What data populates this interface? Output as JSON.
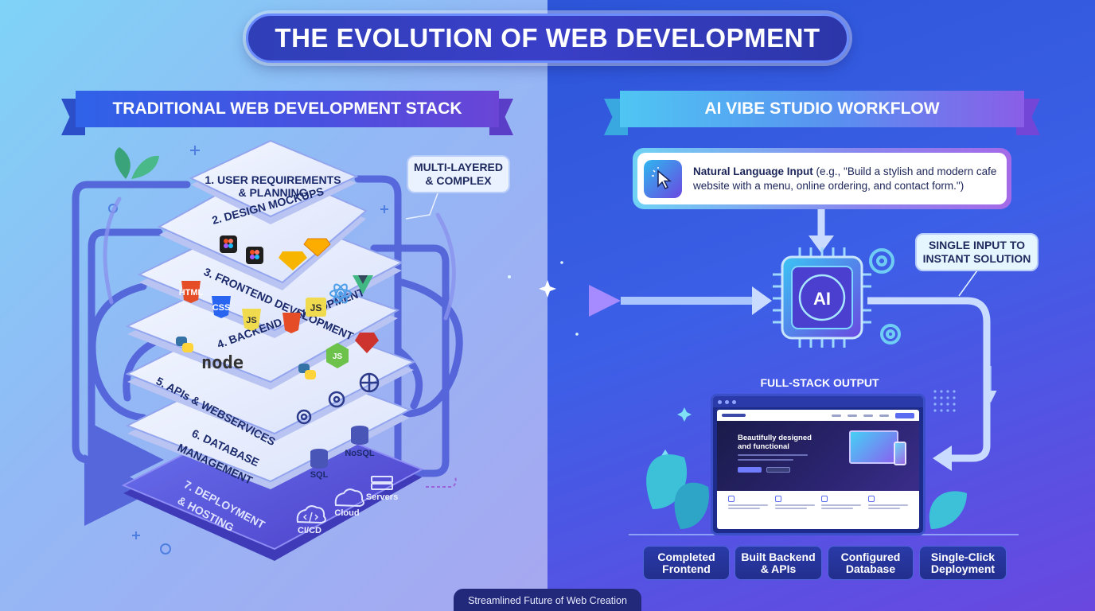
{
  "title": "THE EVOLUTION OF WEB DEVELOPMENT",
  "left_heading": "TRADITIONAL WEB DEVELOPMENT STACK",
  "right_heading": "AI VIBE STUDIO WORKFLOW",
  "callout_left": "MULTI-LAYERED\n& COMPLEX",
  "callout_right": "SINGLE INPUT TO\nINSTANT SOLUTION",
  "layers": {
    "l1": "1. USER REQUIREMENTS\n& PLANNING",
    "l2": "2. DESIGN MOCKUPS",
    "l3": "3. FRONTEND DEVELOPMENT",
    "l4": "4. BACKEND DEVELOPMENT",
    "l5": "5. APIs & WEBSERVICES",
    "l6a": "6. DATABASE",
    "l6b": "MANAGEMENT",
    "l7a": "7. DEPLOYMENT",
    "l7b": "& HOSTING"
  },
  "tech_labels": {
    "html": "HTML",
    "css": "CSS",
    "js": "JS",
    "node": "node",
    "nosql": "NoSQL",
    "sql": "SQL",
    "servers": "Servers",
    "cloud": "Cloud",
    "cicd": "CI/CD"
  },
  "ai_chip_label": "AI",
  "nl_input": {
    "label": "Natural Language Input",
    "text": " (e.g., \"Build a stylish and modern cafe website with a menu, online ordering, and contact form.\")"
  },
  "full_stack_title": "FULL-STACK OUTPUT",
  "preview_hero": "Beautifully designed\nand functional",
  "outputs": [
    "Completed\nFrontend",
    "Built Backend\n& APIs",
    "Configured\nDatabase",
    "Single-Click\nDeployment"
  ],
  "footer": "Streamlined Future of Web Creation",
  "colors": {
    "left_bg": "#8fc2f6",
    "right_bg": "#3b5fe6",
    "accent_purple": "#6a48e0",
    "title_bg": "#2f3fb8"
  }
}
